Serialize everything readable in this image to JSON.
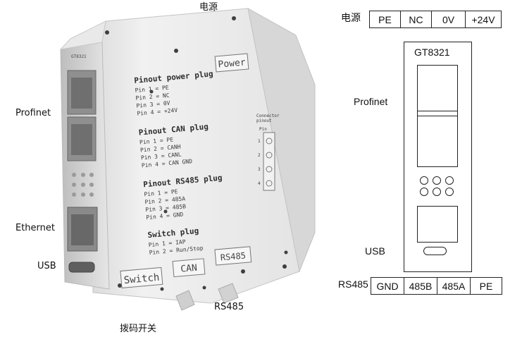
{
  "photo": {
    "callouts": {
      "power_top": "电源",
      "profinet": "Profinet",
      "ethernet": "Ethernet",
      "usb": "USB",
      "rs485": "RS485",
      "dip_switch": "拨码开关"
    },
    "device_face": {
      "power_tag": "Power",
      "power_plug": {
        "heading": "Pinout power plug",
        "pins": [
          "Pin 1 = PE",
          "Pin 2 = NC",
          "Pin 3 = 0V",
          "Pin 4 = +24V"
        ]
      },
      "can_plug": {
        "heading": "Pinout CAN plug",
        "pins": [
          "Pin 1 = PE",
          "Pin 2 = CANH",
          "Pin 3 = CANL",
          "Pin 4 = CAN GND"
        ]
      },
      "rs485_plug": {
        "heading": "Pinout RS485 plug",
        "pins": [
          "Pin 1 = PE",
          "Pin 2 = 485A",
          "Pin 3 = 485B",
          "Pin 4 = GND"
        ]
      },
      "switch_plug": {
        "heading": "Switch plug",
        "pins": [
          "Pin 1 = IAP",
          "Pin 2 = Run/Stop"
        ]
      },
      "connector_pinout_title_1": "Connector",
      "connector_pinout_title_2": "pinout",
      "connector_pin_label": "Pin",
      "connector_pin_numbers": [
        "1",
        "2",
        "3",
        "4"
      ],
      "bottom_tags": [
        "Switch",
        "CAN",
        "RS485"
      ],
      "model_stamp": "GT8321"
    }
  },
  "schematic": {
    "power_label": "电源",
    "power_pins": [
      "PE",
      "NC",
      "0V",
      "+24V"
    ],
    "model": "GT8321",
    "profinet_label": "Profinet",
    "usb_label": "USB",
    "rs485_label": "RS485",
    "rs485_pins": [
      "GND",
      "485B",
      "485A",
      "PE"
    ]
  }
}
